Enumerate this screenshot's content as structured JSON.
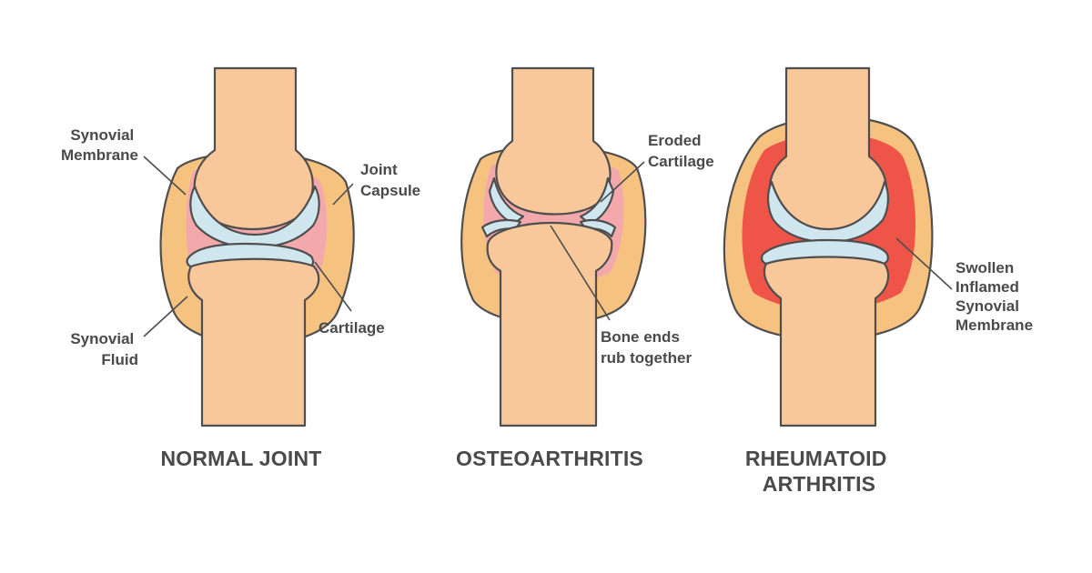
{
  "colors": {
    "capsule": "#f6c27f",
    "bone": "#f8c89a",
    "normal_membrane": "#f3a9ab",
    "inflamed_membrane": "#ef5448",
    "cartilage": "#cfe6ef",
    "outline": "#4e4e4e",
    "text": "#4a4a4a"
  },
  "panels": [
    {
      "caption": [
        "NORMAL JOINT"
      ],
      "labels": [
        {
          "lines": [
            "Synovial",
            "Membrane"
          ]
        },
        {
          "lines": [
            "Joint",
            "Capsule"
          ]
        },
        {
          "lines": [
            "Synovial",
            "Fluid"
          ]
        },
        {
          "lines": [
            "Cartilage"
          ]
        }
      ]
    },
    {
      "caption": [
        "OSTEOARTHRITIS"
      ],
      "labels": [
        {
          "lines": [
            "Eroded",
            "Cartilage"
          ]
        },
        {
          "lines": [
            "Bone ends",
            "rub together"
          ]
        }
      ]
    },
    {
      "caption": [
        "RHEUMATOID",
        "ARTHRITIS"
      ],
      "labels": [
        {
          "lines": [
            "Swollen",
            "Inflamed",
            "Synovial",
            "Membrane"
          ]
        }
      ]
    }
  ]
}
